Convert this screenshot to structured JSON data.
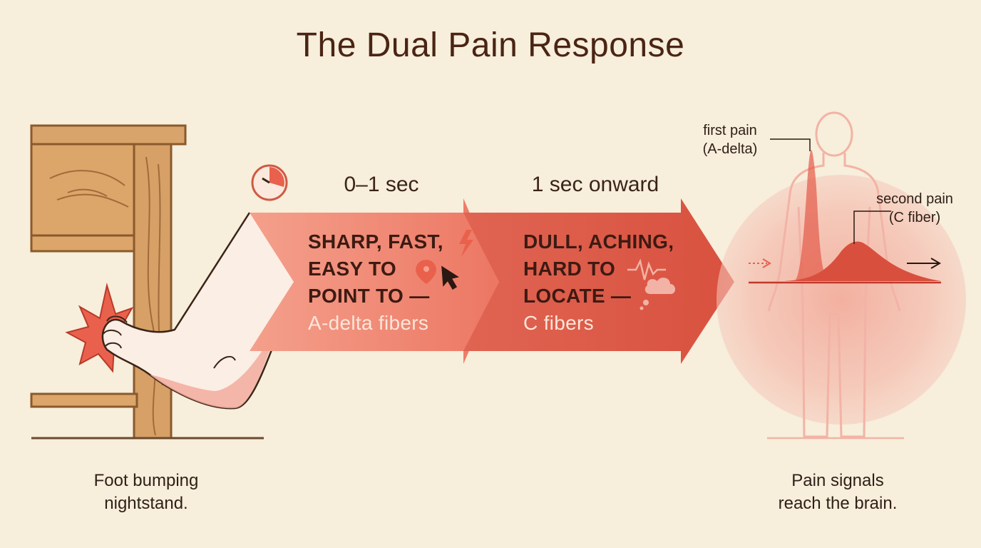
{
  "title": "The Dual Pain Response",
  "timeline": {
    "first_time": "0–1 sec",
    "second_time": "1 sec onward"
  },
  "first_arrow": {
    "lines": [
      "SHARP, FAST,",
      "EASY TO",
      "POINT TO —"
    ],
    "fiber": "A-delta fibers"
  },
  "second_arrow": {
    "lines": [
      "DULL, ACHING,",
      "HARD TO",
      "LOCATE —"
    ],
    "fiber": "C fibers"
  },
  "body_annotations": {
    "first_pain": [
      "first pain",
      "(A-delta)"
    ],
    "second_pain": [
      "second pain",
      "(C fiber)"
    ]
  },
  "captions": {
    "left": [
      "Foot bumping",
      "nightstand."
    ],
    "right": [
      "Pain signals",
      "reach the brain."
    ]
  },
  "icons": [
    "stopwatch-icon",
    "lightning-icon",
    "location-pin-icon",
    "cursor-icon",
    "pulse-wave-icon",
    "thought-cloud-icon",
    "impact-burst-icon"
  ],
  "colors": {
    "background": "#f7eedb",
    "first_arrow": "#ee7f6a",
    "second_arrow": "#dd5848",
    "pain_glow": "#f2b3a6",
    "wood": "#d49b62",
    "title": "#4a2414"
  }
}
